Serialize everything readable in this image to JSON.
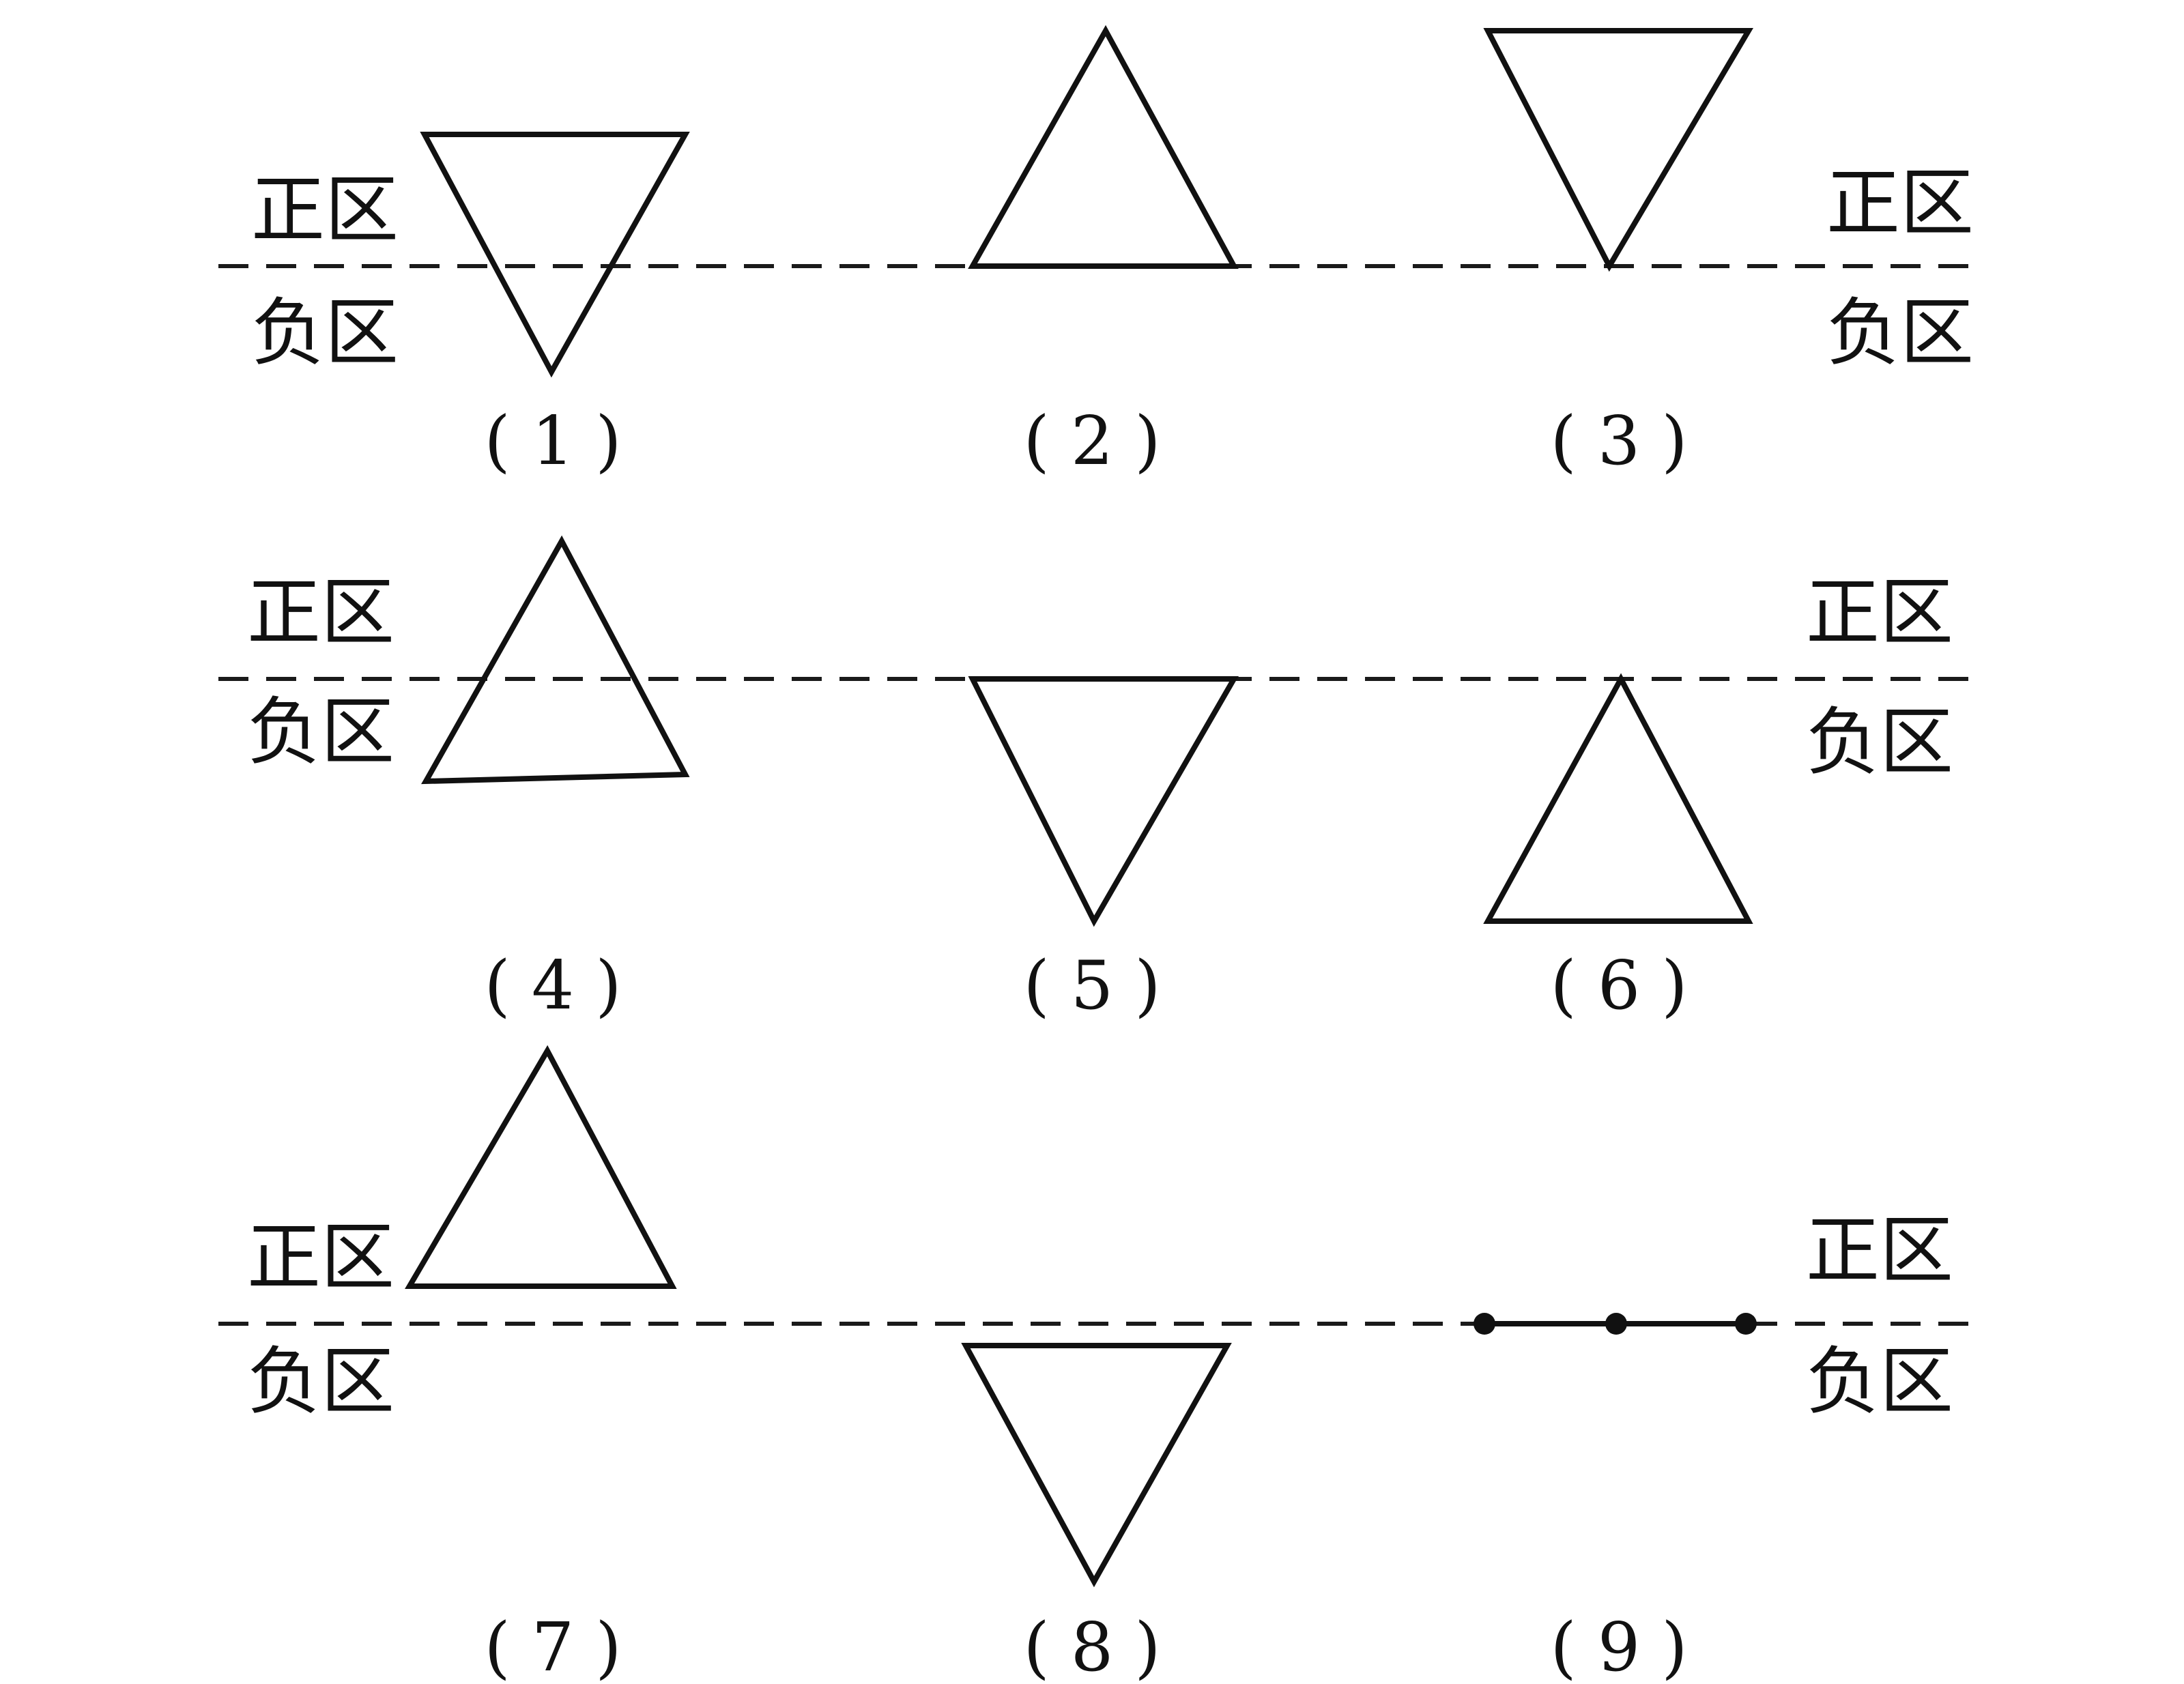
{
  "labels": {
    "positive_zone": "正区",
    "negative_zone": "负区"
  },
  "cases": [
    {
      "id": "1",
      "caption": "( 1 )"
    },
    {
      "id": "2",
      "caption": "( 2 )"
    },
    {
      "id": "3",
      "caption": "( 3 )"
    },
    {
      "id": "4",
      "caption": "( 4 )"
    },
    {
      "id": "5",
      "caption": "( 5 )"
    },
    {
      "id": "6",
      "caption": "( 6 )"
    },
    {
      "id": "7",
      "caption": "( 7 )"
    },
    {
      "id": "8",
      "caption": "( 8 )"
    },
    {
      "id": "9",
      "caption": "( 9 )"
    }
  ]
}
